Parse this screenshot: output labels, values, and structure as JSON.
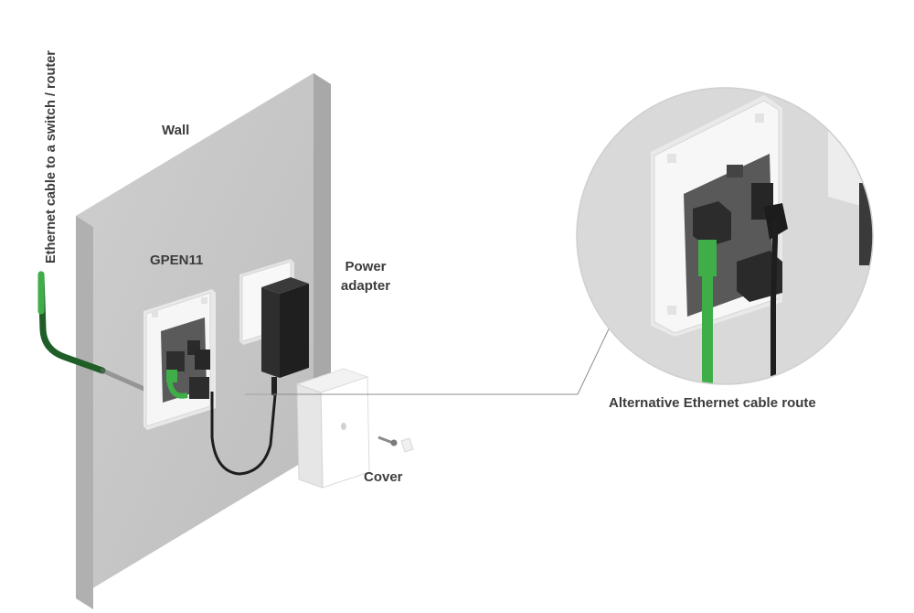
{
  "labels": {
    "wall": "Wall",
    "device": "GPEN11",
    "power_line1": "Power",
    "power_line2": "adapter",
    "cover": "Cover",
    "alt_route": "Alternative Ethernet cable route",
    "ethernet": "Ethernet cable to a switch / router"
  },
  "colors": {
    "wall_front": "#c6c6c6",
    "wall_side": "#a9a9a9",
    "wall_top": "#dcdcdc",
    "plate": "#f4f4f4",
    "board": "#5a5a5a",
    "connector": "#2e2e2e",
    "ethernet_cable": "#3fae49",
    "ethernet_cable_dark": "#1f5e26",
    "power_cable": "#1e1e1e",
    "callout_line": "#8c8c8c",
    "label_text": "#3c3c3c"
  }
}
